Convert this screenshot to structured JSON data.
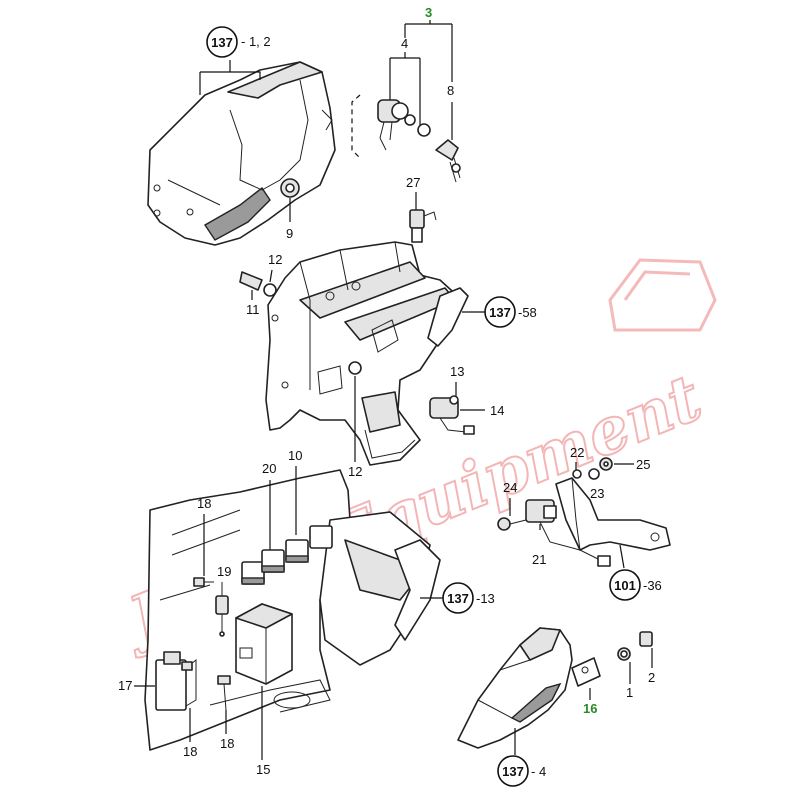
{
  "watermark": {
    "text": "Jabro Equipment"
  },
  "labels": {
    "p3": "3",
    "p4": "4",
    "p8": "8",
    "p9": "9",
    "p27": "27",
    "p12a": "12",
    "p11": "11",
    "p13": "13",
    "p14": "14",
    "p12b": "12",
    "p20": "20",
    "p10": "10",
    "p18a": "18",
    "p19": "19",
    "p17": "17",
    "p18b": "18",
    "p18c": "18",
    "p15": "15",
    "p22": "22",
    "p25": "25",
    "p23": "23",
    "p24": "24",
    "p21": "21",
    "p1": "1",
    "p2": "2",
    "p16": "16"
  },
  "callouts": {
    "c1": {
      "ref": "137",
      "suffix": "- 1, 2"
    },
    "c2": {
      "ref": "137",
      "suffix": "-58"
    },
    "c3": {
      "ref": "137",
      "suffix": "-13"
    },
    "c4": {
      "ref": "101",
      "suffix": "-36"
    },
    "c5": {
      "ref": "137",
      "suffix": "- 4"
    }
  },
  "colors": {
    "highlight_label": "#2a8a2a",
    "watermark": "#ef9d9d"
  }
}
